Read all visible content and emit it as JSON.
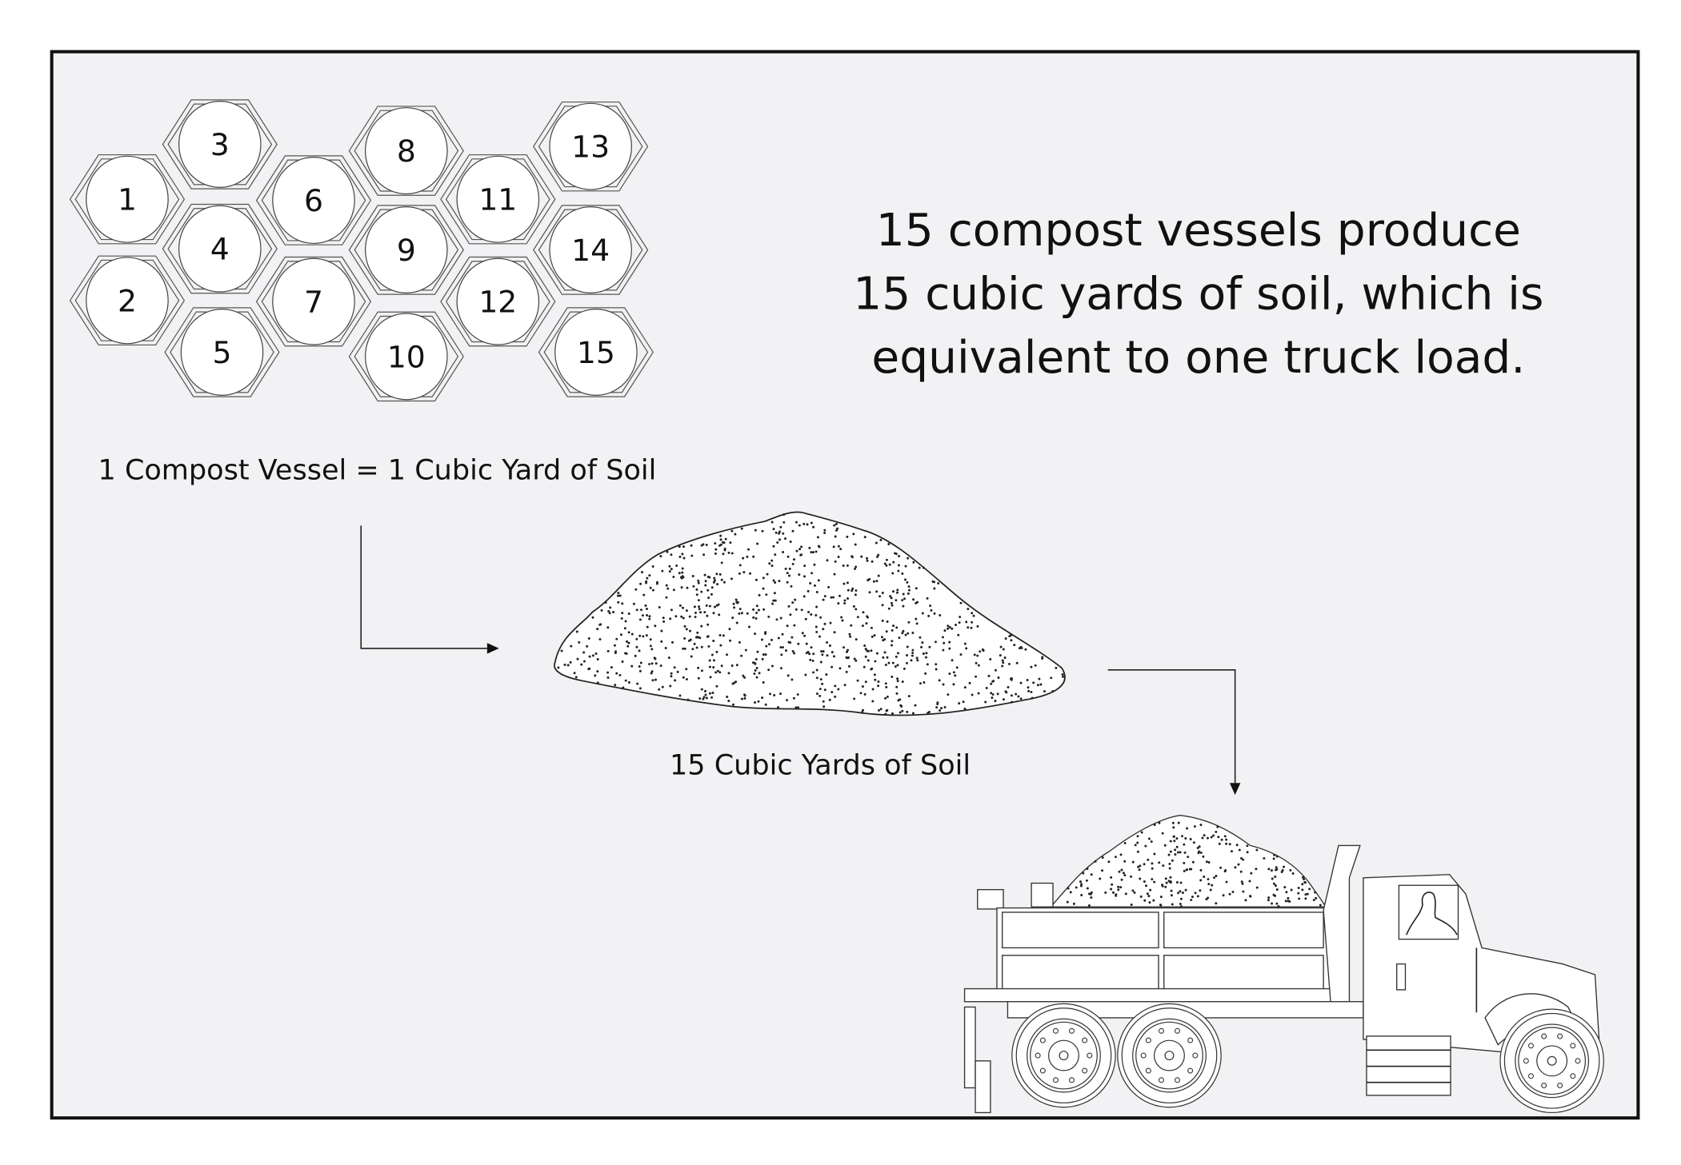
{
  "headline": {
    "line1": "15 compost vessels produce",
    "line2": "15 cubic yards of soil, which is",
    "line3": "equivalent to one truck load."
  },
  "vessels": {
    "labels": [
      "1",
      "2",
      "3",
      "4",
      "5",
      "6",
      "7",
      "8",
      "9",
      "10",
      "11",
      "12",
      "13",
      "14",
      "15"
    ],
    "caption": "1 Compost Vessel = 1 Cubic Yard of Soil"
  },
  "soil_pile": {
    "caption": "15 Cubic Yards of Soil"
  },
  "colors": {
    "background": "#f2f2f4",
    "frame": "#111111",
    "ink": "#222222"
  }
}
